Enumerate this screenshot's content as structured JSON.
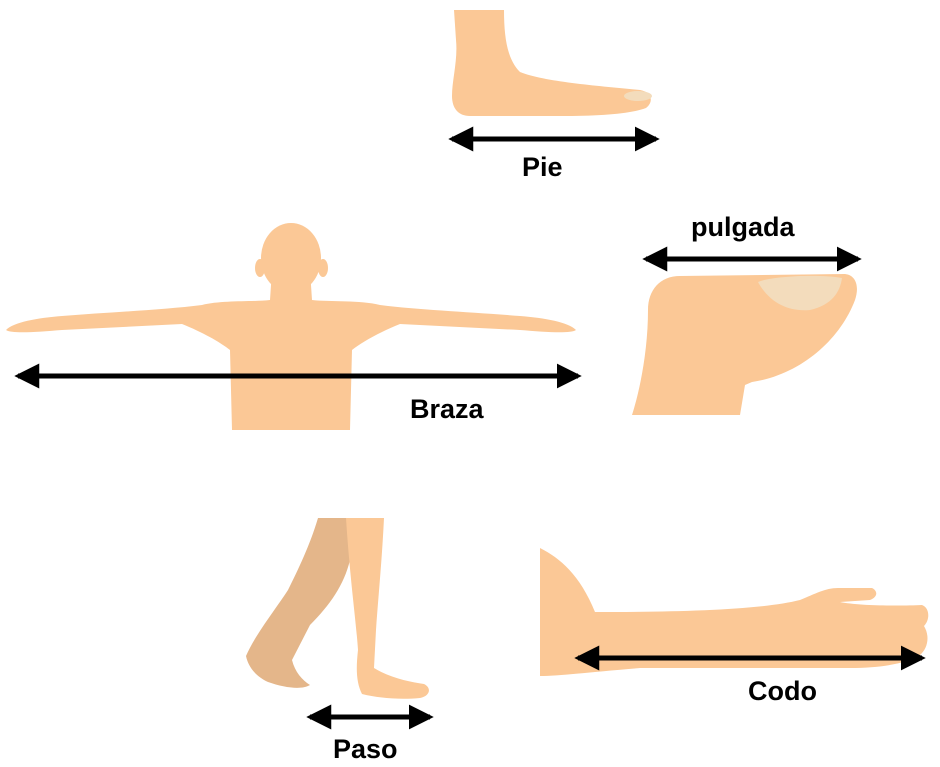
{
  "labels": {
    "pie": "Pie",
    "pulgada": "pulgada",
    "braza": "Braza",
    "paso": "Paso",
    "codo": "Codo"
  },
  "colors": {
    "skin": "#fbc896",
    "skin_shadow": "#e4b68a",
    "nail": "#f3dcbc",
    "arrow": "#000000"
  }
}
